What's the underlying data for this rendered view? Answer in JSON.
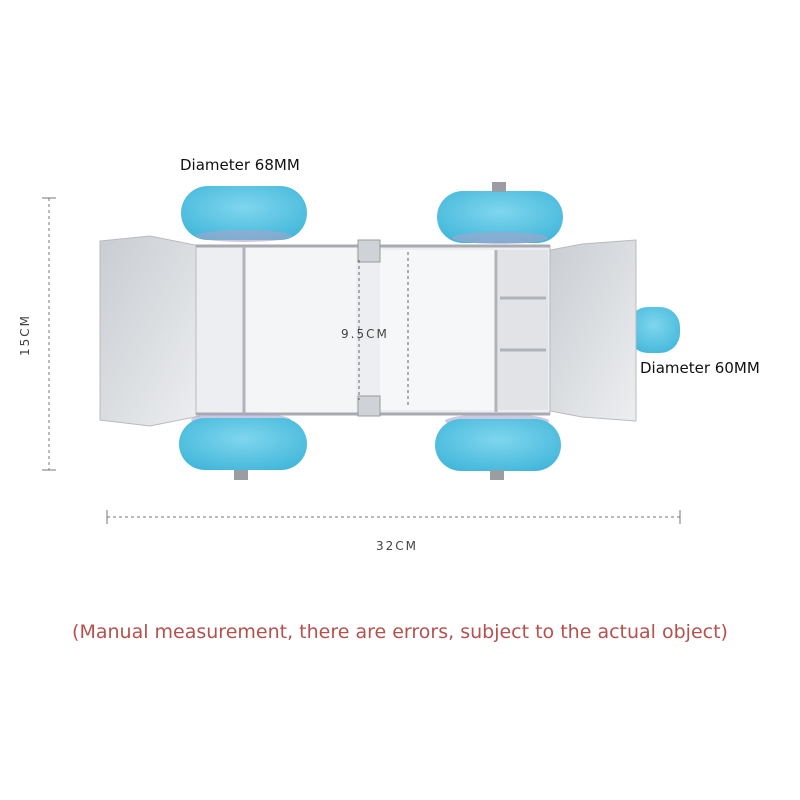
{
  "labels": {
    "wheel_large": "Diameter 68MM",
    "wheel_small": "Diameter 60MM",
    "dim_width": "32CM",
    "dim_inner": "9.5CM",
    "dim_height": "15CM"
  },
  "note": "(Manual measurement, there are errors, subject to the actual object)",
  "colors": {
    "wheel": "#5ec6e4",
    "note_text": "#b5514c",
    "metal": "#d9dbde"
  }
}
